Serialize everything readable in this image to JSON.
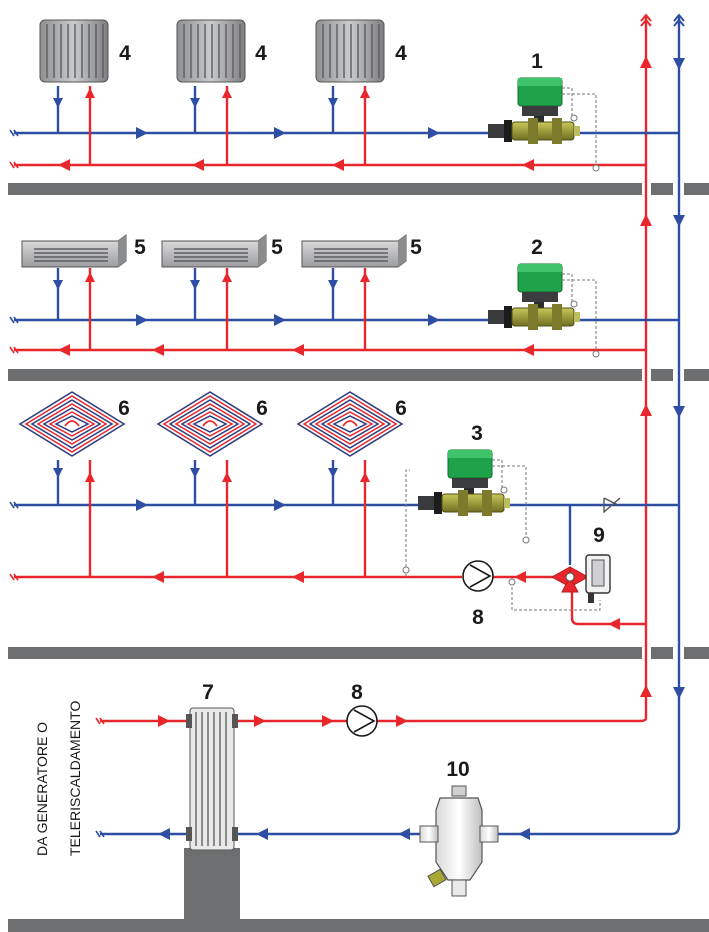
{
  "diagram": {
    "labels": {
      "valve_1": "1",
      "valve_2": "2",
      "valve_3": "3",
      "radiator": "4",
      "fan_coil": "5",
      "floor_heating": "6",
      "heat_exchanger": "7",
      "pump": "8",
      "mixing_valve": "9",
      "separator": "10"
    },
    "side_text": {
      "line1": "DA GENERATORE O",
      "line2": "TELERISCALDAMENTO"
    },
    "colors": {
      "supply": "#e8262b",
      "return": "#2e4ea3",
      "floor": "#6d6e70",
      "actuator": "#1fa34a",
      "brass": "#9a9a35"
    }
  }
}
